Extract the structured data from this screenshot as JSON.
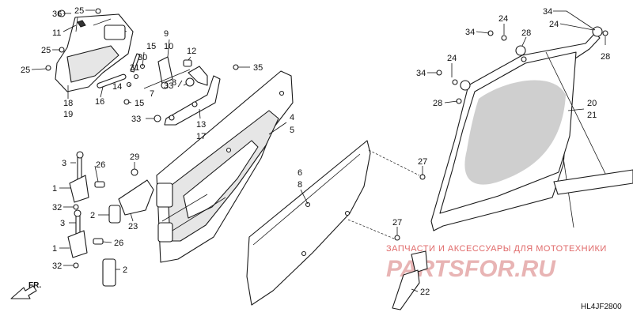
{
  "diagram": {
    "reference_code": "HL4JF2800",
    "direction_label": "FR.",
    "watermark_caption": "ЗАПЧАСТИ И АКСЕССУАРЫ ДЛЯ МОТОТЕХНИКИ",
    "watermark_logo": "PARTSFOR.RU",
    "callouts": [
      "36",
      "25",
      "11",
      "25",
      "25",
      "18",
      "19",
      "16",
      "15",
      "14",
      "31",
      "30",
      "15",
      "7",
      "9",
      "10",
      "8",
      "12",
      "33",
      "13",
      "17",
      "33",
      "35",
      "4",
      "5",
      "3",
      "26",
      "1",
      "32",
      "2",
      "29",
      "23",
      "3",
      "26",
      "1",
      "32",
      "2",
      "6",
      "8",
      "27",
      "27",
      "22",
      "34",
      "24",
      "28",
      "24",
      "34",
      "28",
      "34",
      "24",
      "28",
      "20",
      "21"
    ]
  }
}
